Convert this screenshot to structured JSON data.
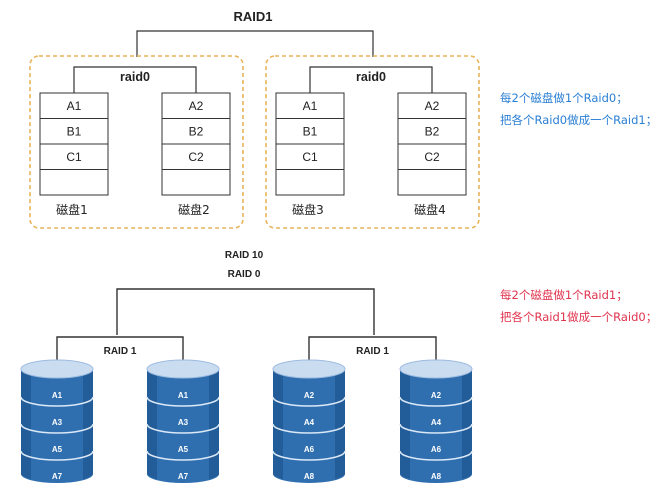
{
  "top_diagram": {
    "title": "RAID1",
    "groups": [
      {
        "label": "raid0",
        "disks": [
          {
            "name": "磁盘1",
            "blocks": [
              "A1",
              "B1",
              "C1",
              ""
            ]
          },
          {
            "name": "磁盘2",
            "blocks": [
              "A2",
              "B2",
              "C2",
              ""
            ]
          }
        ]
      },
      {
        "label": "raid0",
        "disks": [
          {
            "name": "磁盘3",
            "blocks": [
              "A1",
              "B1",
              "C1",
              ""
            ]
          },
          {
            "name": "磁盘4",
            "blocks": [
              "A2",
              "B2",
              "C2",
              ""
            ]
          }
        ]
      }
    ],
    "notes": [
      "每2个磁盘做1个Raid0；",
      "把各个Raid0做成一个Raid1；"
    ],
    "note_color": "#2a7fd4"
  },
  "bottom_diagram": {
    "title_line1": "RAID 10",
    "title_line2": "RAID 0",
    "pairs": [
      {
        "label": "RAID 1",
        "disks": [
          {
            "blocks": [
              "A1",
              "A3",
              "A5",
              "A7"
            ]
          },
          {
            "blocks": [
              "A1",
              "A3",
              "A5",
              "A7"
            ]
          }
        ]
      },
      {
        "label": "RAID 1",
        "disks": [
          {
            "blocks": [
              "A2",
              "A4",
              "A6",
              "A8"
            ]
          },
          {
            "blocks": [
              "A2",
              "A4",
              "A6",
              "A8"
            ]
          }
        ]
      }
    ],
    "notes": [
      "每2个磁盘做1个Raid1；",
      "把各个Raid1做成一个Raid0；"
    ],
    "note_color": "#e0344e"
  },
  "colors": {
    "group_border": "#e8b45a",
    "line": "#333333",
    "cylinder_top": "#c9dcf0",
    "cylinder_body": "#2f6fb0",
    "cylinder_dark": "#1a4f86"
  }
}
